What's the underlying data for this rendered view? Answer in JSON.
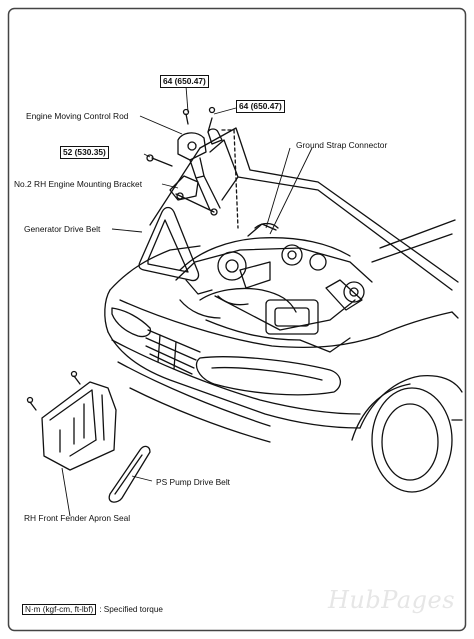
{
  "labels": {
    "engine_moving_control_rod": "Engine Moving Control Rod",
    "ground_strap_connector": "Ground Strap Connector",
    "no2_rh_engine_mounting_bracket": "No.2 RH Engine Mounting Bracket",
    "generator_drive_belt": "Generator Drive Belt",
    "ps_pump_drive_belt": "PS Pump Drive Belt",
    "rh_front_fender_apron_seal": "RH Front Fender Apron Seal"
  },
  "torques": {
    "top_left": "64 (650.47)",
    "top_right": "64 (650.47)",
    "middle": "52 (530.35)"
  },
  "legend": {
    "unit": "N·m (kgf-cm, ft-lbf)",
    "text": ": Specified torque"
  },
  "watermark": "HubPages",
  "colors": {
    "line": "#111111",
    "border": "#444444",
    "background": "#ffffff",
    "watermark": "#e6e6e6"
  }
}
